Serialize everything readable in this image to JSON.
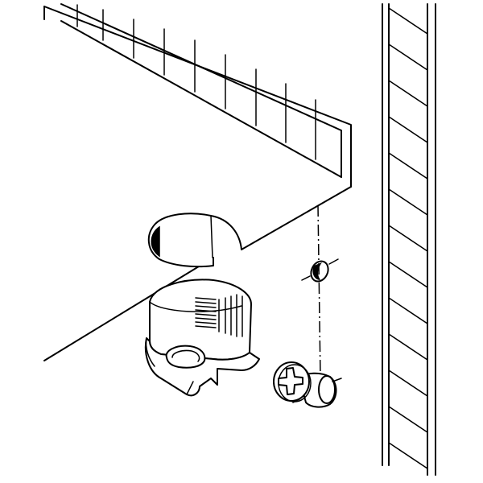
{
  "diagram": {
    "kind": "technical-line-drawing",
    "subject": "cam-lock-furniture-fitting",
    "line_color": "#000000",
    "background_color": "#ffffff",
    "parts": [
      "top-shelf-panel",
      "side-panel",
      "cam-bore-hole",
      "cam-lock-housing",
      "dowel-hole",
      "connecting-bolt",
      "alignment-axis"
    ]
  }
}
